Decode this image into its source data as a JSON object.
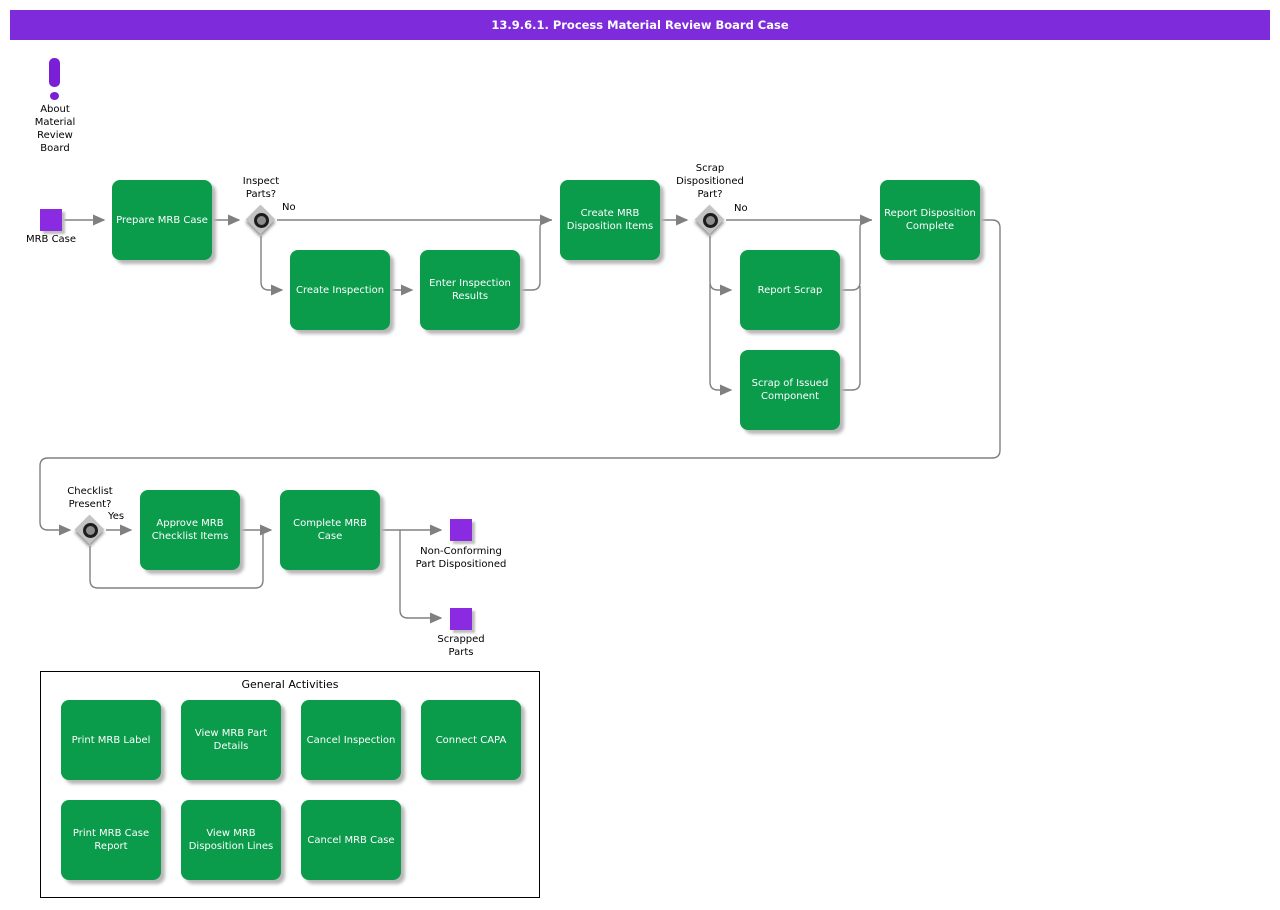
{
  "title": "13.9.6.1. Process Material Review Board Case",
  "about_note": "About Material Review Board",
  "start_event": {
    "label": "MRB Case"
  },
  "end_events": [
    {
      "label": "Non-Conforming Part Dispositioned"
    },
    {
      "label": "Scrapped Parts"
    }
  ],
  "decisions": [
    {
      "question": "Inspect Parts?",
      "branch_label": "No"
    },
    {
      "question": "Scrap Dispositioned Part?",
      "branch_label": "No"
    },
    {
      "question": "Checklist Present?",
      "branch_label": "Yes"
    }
  ],
  "tasks": [
    {
      "label": "Prepare MRB Case"
    },
    {
      "label": "Create Inspection"
    },
    {
      "label": "Enter Inspection Results"
    },
    {
      "label": "Create MRB Disposition Items"
    },
    {
      "label": "Report Scrap"
    },
    {
      "label": "Scrap of Issued Component"
    },
    {
      "label": "Report Disposition Complete"
    },
    {
      "label": "Approve MRB Checklist Items"
    },
    {
      "label": "Complete MRB Case"
    }
  ],
  "general_activities": {
    "title": "General Activities",
    "items": [
      {
        "label": "Print MRB Label"
      },
      {
        "label": "View MRB Part Details"
      },
      {
        "label": "Cancel Inspection"
      },
      {
        "label": "Connect CAPA"
      },
      {
        "label": "Print MRB Case Report"
      },
      {
        "label": "View MRB Disposition Lines"
      },
      {
        "label": "Cancel MRB Case"
      }
    ]
  },
  "colors": {
    "task_green": "#0A9B4B",
    "event_purple": "#8A2BE2",
    "title_purple": "#7E2BDC",
    "connector_gray": "#808080"
  }
}
